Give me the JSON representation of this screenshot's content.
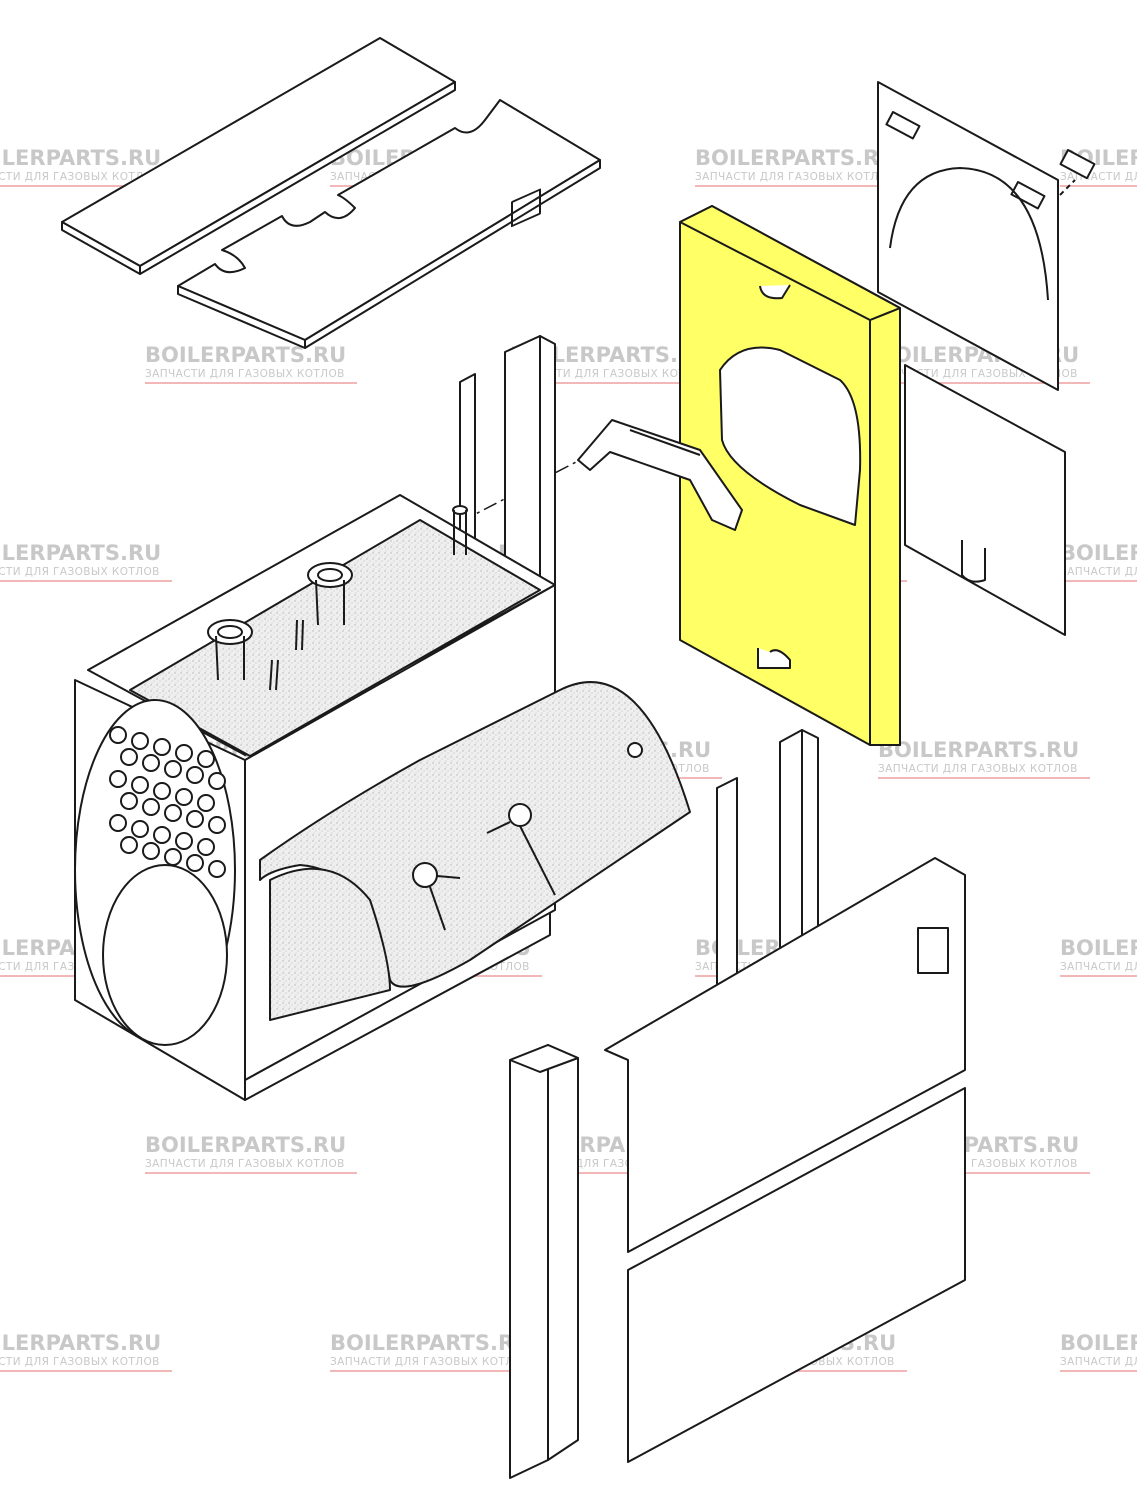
{
  "colors": {
    "line": "#1a1a1a",
    "highlight": "#ffff66",
    "insulation": "#e6e6e6",
    "watermark_text": "#c8c8c8",
    "watermark_line": "#f2b8b8"
  },
  "diagram": {
    "highlighted_part": "insulation-panel"
  },
  "watermark": {
    "brand": "BOILERPARTS.RU",
    "tagline": "ЗАПЧАСТИ ДЛЯ ГАЗОВЫХ КОТЛОВ"
  }
}
